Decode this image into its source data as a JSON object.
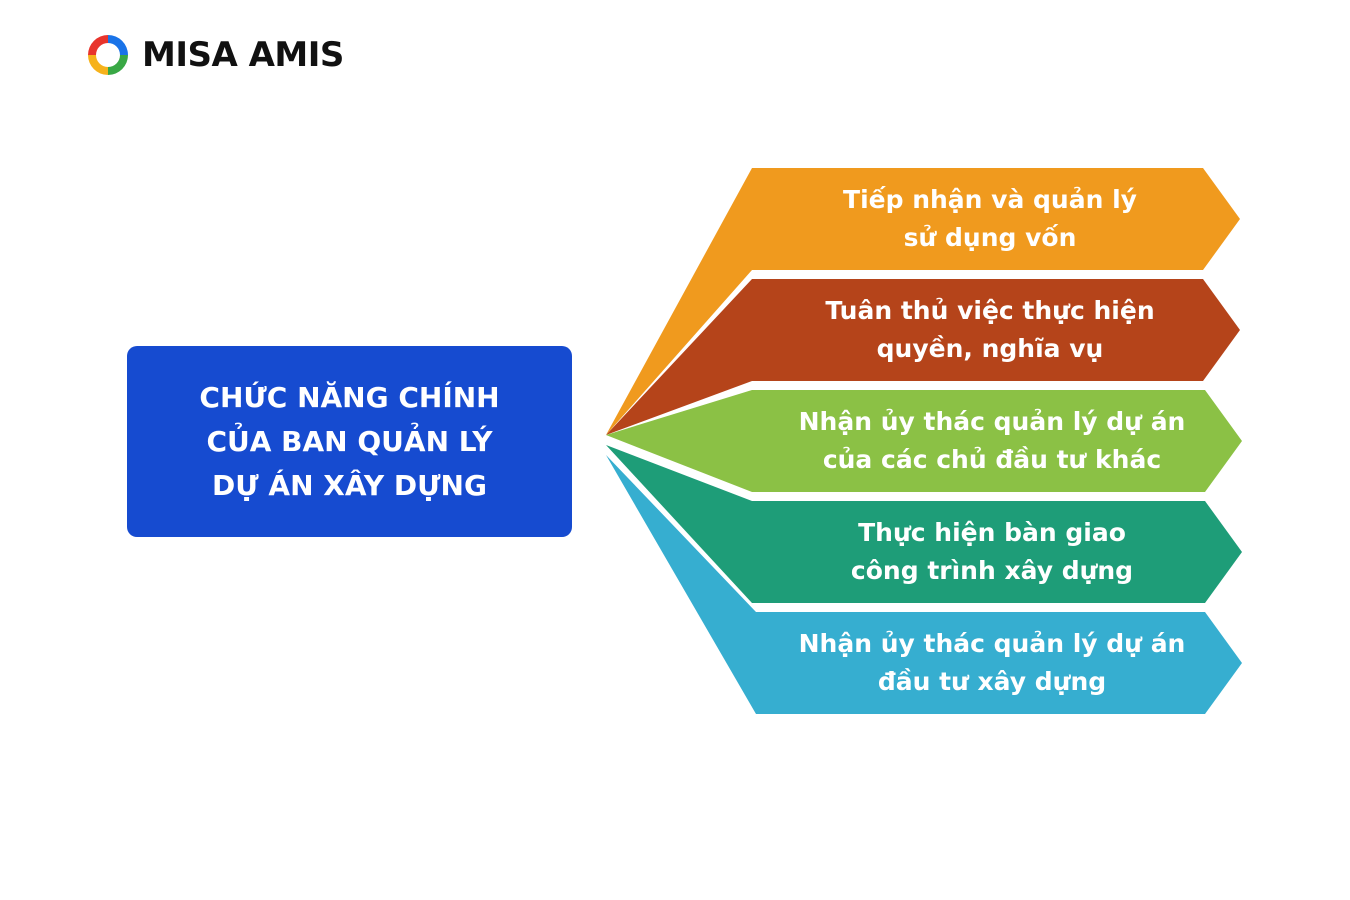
{
  "brand": {
    "name": "MISA AMIS",
    "logo_icon": "misa-amis-ring-icon",
    "logo_colors": [
      "#e8342c",
      "#f6b21b",
      "#39a845",
      "#1a73e8"
    ]
  },
  "center": {
    "lines": [
      "CHỨC NĂNG CHÍNH",
      "CỦA BAN QUẢN LÝ",
      "DỰ ÁN XÂY DỰNG"
    ],
    "color": "#164bd0"
  },
  "items": [
    {
      "lines": [
        "Tiếp nhận và quản lý",
        "sử dụng vốn"
      ],
      "color": "#f09a1e"
    },
    {
      "lines": [
        "Tuân thủ việc thực hiện",
        "quyền, nghĩa vụ"
      ],
      "color": "#b5441a"
    },
    {
      "lines": [
        "Nhận ủy thác quản lý dự án",
        "của các chủ đầu tư khác"
      ],
      "color": "#8bc145"
    },
    {
      "lines": [
        "Thực hiện bàn giao",
        "công trình xây dựng"
      ],
      "color": "#1e9d78"
    },
    {
      "lines": [
        "Nhận ủy thác quản lý dự án",
        "đầu tư xây dựng"
      ],
      "color": "#36aed0"
    }
  ]
}
